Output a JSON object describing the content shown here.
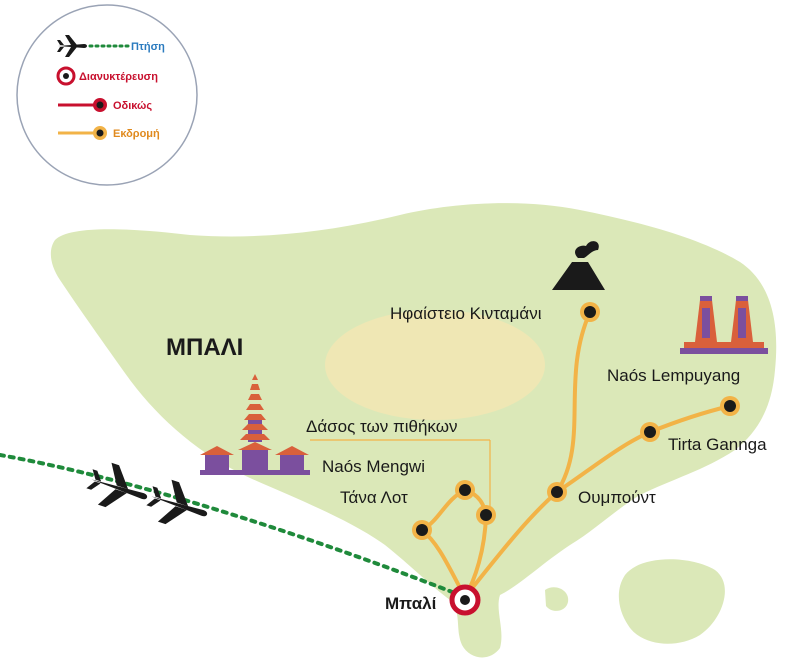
{
  "legend": {
    "flight": {
      "label": "Πτήση",
      "color": "#1f8a3b"
    },
    "transfer": {
      "label": "Διανυκτέρευση",
      "color": "#c8102e"
    },
    "road": {
      "label": "Οδικώς",
      "color": "#c8102e"
    },
    "excursion": {
      "label": "Εκδρομή",
      "color": "#f2b347"
    }
  },
  "island_label": "ΜΠΑΛΙ",
  "places": {
    "bali": "Μπαλί",
    "kintamani": "Ηφαίστειο Κινταμάνι",
    "lempuyang": "Naós Lempuyang",
    "tirta_gangga": "Tirta Gannga",
    "ubud": "Ουμπούντ",
    "monkey_forest": "Δάσος των πιθήκων",
    "mengwi": "Naós Mengwi",
    "tanah_lot": "Τάνα Λοτ"
  },
  "colors": {
    "land": "#dbe8b8",
    "land_center": "#efe7b4",
    "route": "#f2b347",
    "marker_ring": "#f2b347",
    "marker_dot": "#1a1a1a",
    "base_ring": "#c8102e",
    "flight_path": "#1f8a3b",
    "temple": "#7b4f9e",
    "temple_roof": "#d9603b"
  },
  "icons": [
    "airplane-icon",
    "volcano-icon",
    "temple-icon",
    "gate-icon"
  ]
}
